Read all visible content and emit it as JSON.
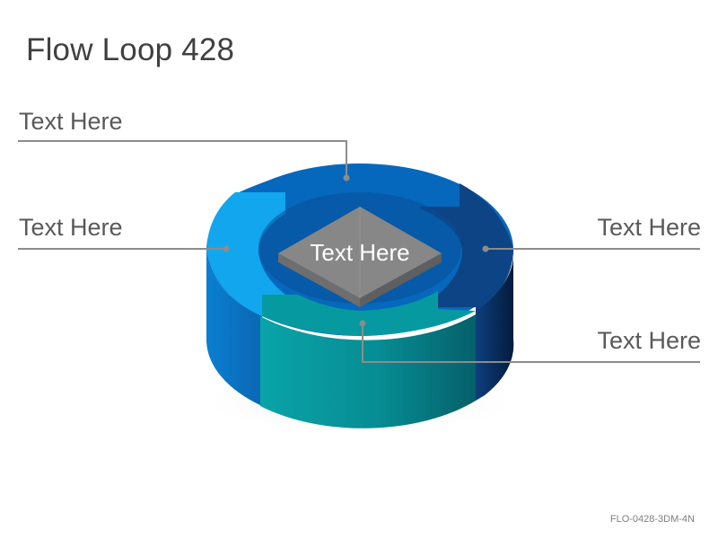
{
  "title": "Flow Loop 428",
  "center_label": "Text Here",
  "labels": {
    "top": "Text Here",
    "left": "Text Here",
    "right": "Text Here",
    "bottom": "Text Here"
  },
  "footer_code": "FLO-0428-3DM-4N",
  "colors": {
    "top_arrow": "#0568bd",
    "left_arrow": "#12a6ee",
    "right_arrow": "#0d4485",
    "bottom_arrow": "#069aa0",
    "center_box": "#7f7f7f",
    "leader_line": "#8c8c8c"
  }
}
